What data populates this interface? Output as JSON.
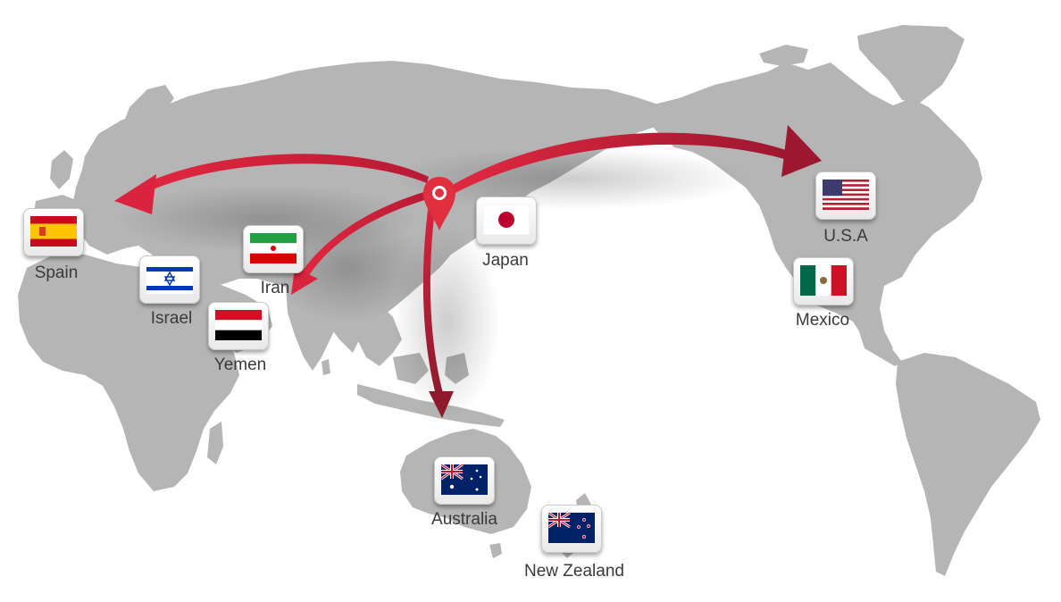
{
  "map": {
    "origin": "China",
    "destinations": [
      {
        "name": "Spain",
        "flag": "spain-flag-icon"
      },
      {
        "name": "Israel",
        "flag": "israel-flag-icon"
      },
      {
        "name": "Iran",
        "flag": "iran-flag-icon"
      },
      {
        "name": "Yemen",
        "flag": "yemen-flag-icon"
      },
      {
        "name": "Japan",
        "flag": "japan-flag-icon"
      },
      {
        "name": "U.S.A",
        "flag": "usa-flag-icon"
      },
      {
        "name": "Mexico",
        "flag": "mexico-flag-icon"
      },
      {
        "name": "Australia",
        "flag": "australia-flag-icon"
      },
      {
        "name": "New Zealand",
        "flag": "new-zealand-flag-icon"
      }
    ],
    "colors": {
      "land": "#b5b5b5",
      "arrow": "#d9233f",
      "arrow_dark": "#9c1830",
      "pin": "#e0303f"
    }
  }
}
